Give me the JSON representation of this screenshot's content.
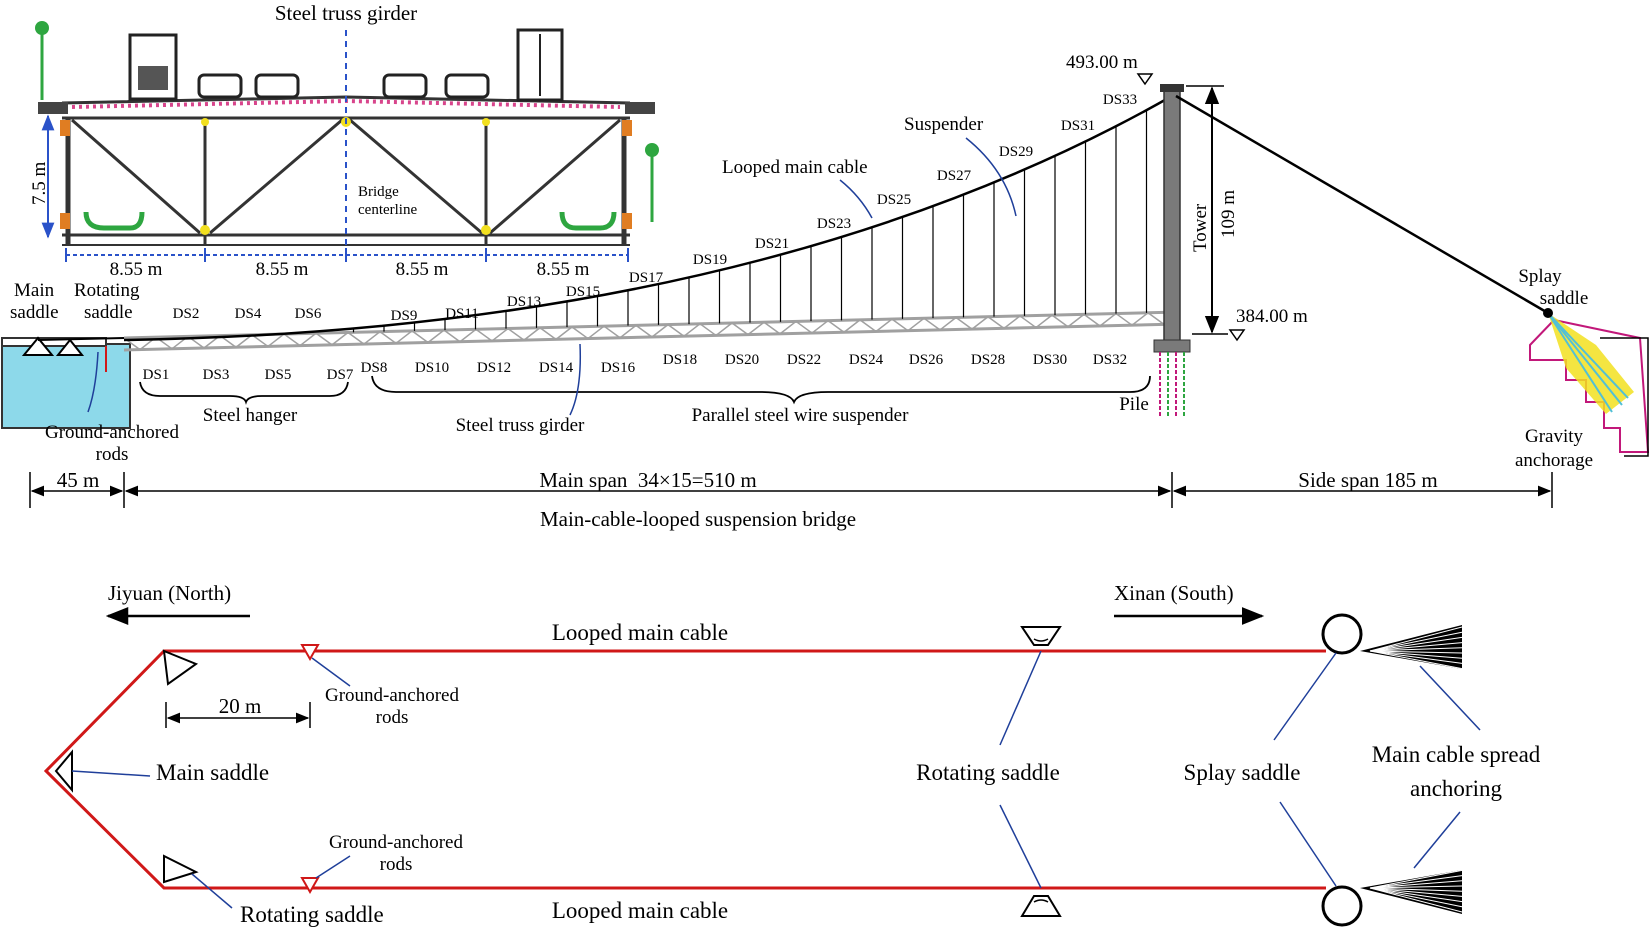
{
  "colors": {
    "cable_red": "#d01818",
    "leader_blue": "#1f3f9a",
    "dimension_blue": "#2a52c9",
    "truss_grey": "#a0a0a0",
    "tower_grey": "#7a7a7a",
    "lamp_green": "#2ea640",
    "rail_pink": "#d8458c",
    "bracket_orange": "#e07d22",
    "anchorage_magenta": "#c2187a",
    "fan_yellow": "#f2e020",
    "fan_cyan": "#52c0d6",
    "ground_cyan": "#8dd9ea"
  },
  "cross_section": {
    "title": "Steel truss girder",
    "height_label": "7.5 m",
    "centerline_label_1": "Bridge",
    "centerline_label_2": "centerline",
    "spacing_labels": [
      "8.55 m",
      "8.55 m",
      "8.55 m",
      "8.55 m"
    ]
  },
  "elevation": {
    "top_elevation": "493.00 m",
    "bottom_elevation": "384.00 m",
    "tower_label": "Tower",
    "tower_height": "109 m",
    "upper_suspenders": [
      "DS2",
      "DS4",
      "DS6",
      "DS9",
      "DS11",
      "DS13",
      "DS15",
      "DS17",
      "DS19",
      "DS21",
      "DS23",
      "DS25",
      "DS27",
      "DS29",
      "DS31",
      "DS33"
    ],
    "lower_suspenders": [
      "DS1",
      "DS3",
      "DS5",
      "DS7",
      "DS8",
      "DS10",
      "DS12",
      "DS14",
      "DS16",
      "DS18",
      "DS20",
      "DS22",
      "DS24",
      "DS26",
      "DS28",
      "DS30",
      "DS32"
    ],
    "main_saddle": [
      "Main",
      "saddle"
    ],
    "rotating_saddle": [
      "Rotating",
      "saddle"
    ],
    "looped_main_cable": "Looped main cable",
    "suspender": "Suspender",
    "splay_saddle": [
      "Splay",
      "saddle"
    ],
    "gravity_anchorage": [
      "Gravity",
      "anchorage"
    ],
    "steel_hanger": "Steel hanger",
    "ground_anchored_rods": [
      "Ground-anchored",
      "rods"
    ],
    "steel_truss_girder": "Steel truss girder",
    "parallel_suspender": "Parallel steel wire suspender",
    "pile": "Pile",
    "dim_45": "45 m",
    "main_span": "Main span  34×15=510 m",
    "side_span": "Side span 185 m",
    "bridge_name": "Main-cable-looped suspension bridge"
  },
  "plan": {
    "north": "Jiyuan (North)",
    "south": "Xinan (South)",
    "cable_top": "Looped main cable",
    "cable_bottom": "Looped main cable",
    "dim_20": "20 m",
    "ground_rods_top": [
      "Ground-anchored",
      "rods"
    ],
    "ground_rods_bottom": [
      "Ground-anchored",
      "rods"
    ],
    "main_saddle": "Main saddle",
    "rotating_saddle_left": "Rotating saddle",
    "rotating_saddle_mid": "Rotating saddle",
    "splay_saddle": "Splay saddle",
    "spread_anchoring": [
      "Main cable spread",
      "anchoring"
    ]
  }
}
